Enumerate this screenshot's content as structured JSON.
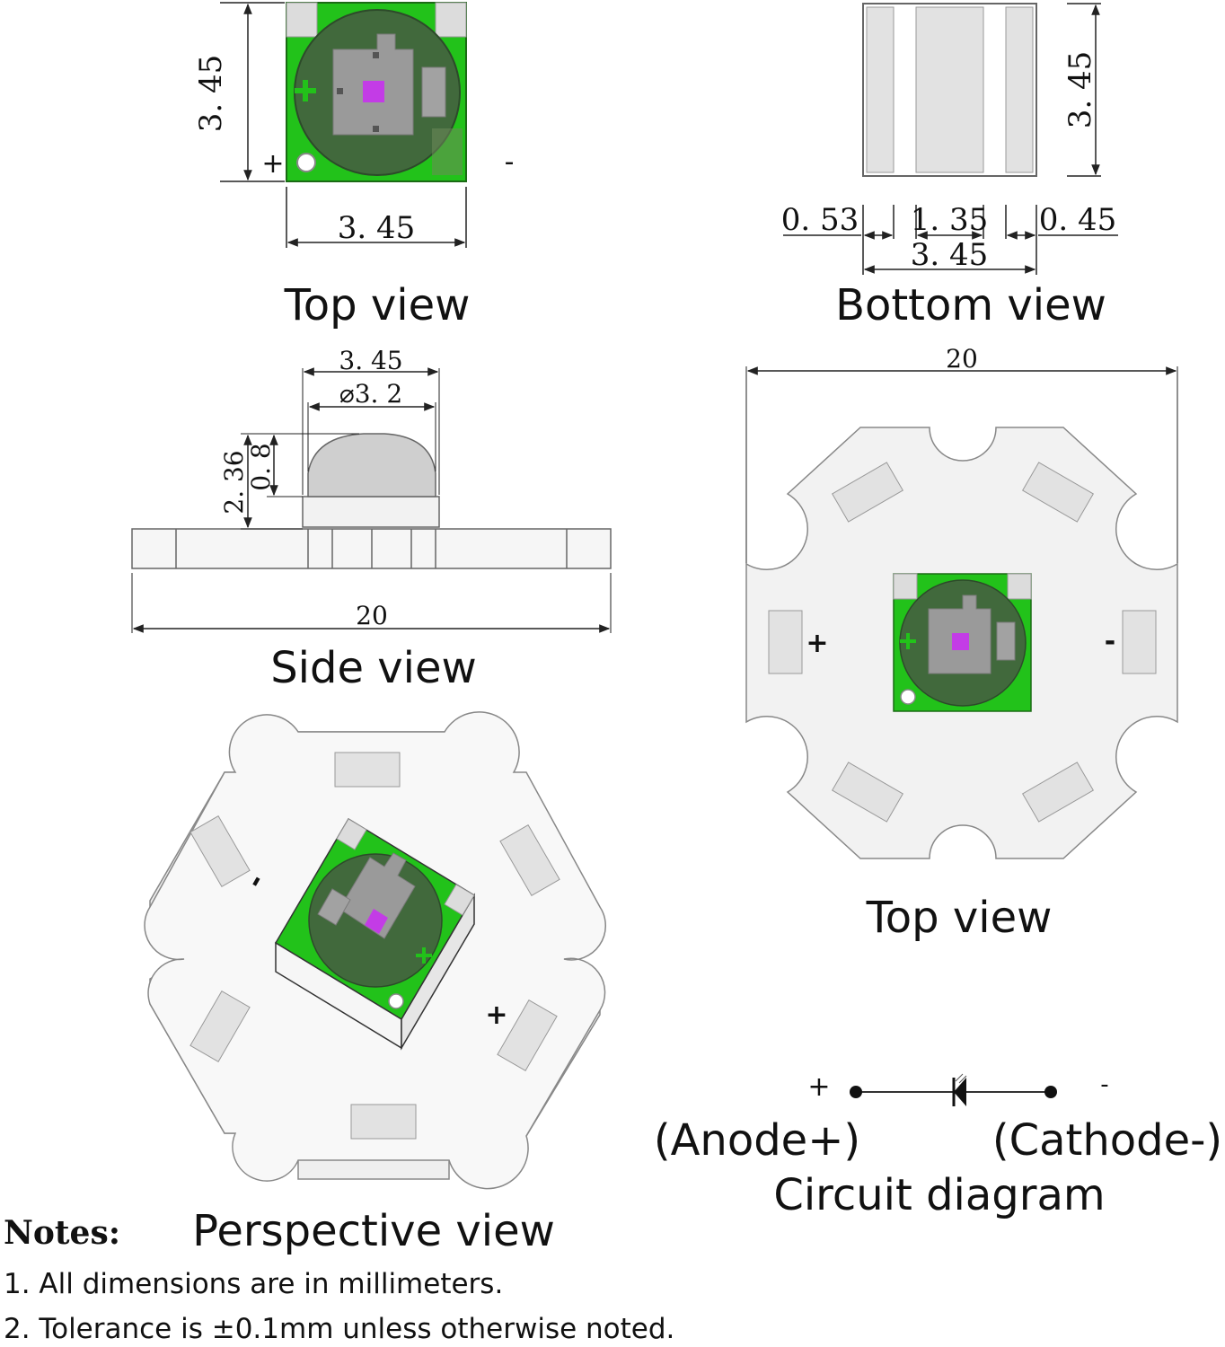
{
  "top_view_small": {
    "caption": "Top view",
    "dim_height": "3. 45",
    "dim_width": "3. 45",
    "plus": "+",
    "minus": "-"
  },
  "bottom_view": {
    "caption": "Bottom view",
    "dim_height": "3. 45",
    "dim_left": "0. 53",
    "dim_center": "1. 35",
    "dim_right": "0. 45",
    "dim_total": "3. 45"
  },
  "side_view": {
    "caption": "Side view",
    "dim_width": "3. 45",
    "dim_dome": "⌀3. 2",
    "dim_height_total": "2. 36",
    "dim_height_dome": "0. 8",
    "dim_board": "20"
  },
  "top_view_board": {
    "caption": "Top view",
    "dim_board": "20",
    "plus": "+",
    "minus": "-"
  },
  "perspective_view": {
    "caption": "Perspective view",
    "plus": "+",
    "minus": "-"
  },
  "circuit": {
    "plus": "+",
    "minus": "-",
    "anode": "(Anode+)",
    "cathode": "(Cathode-)",
    "caption": "Circuit diagram"
  },
  "notes": {
    "heading": "Notes:",
    "line1": "1. All dimensions are in millimeters.",
    "line2": "2. Tolerance is  ±0.1mm unless otherwise noted."
  },
  "colors": {
    "pcb_green": "#22c21a",
    "dome_dark": "#3f6b3a",
    "die_gray": "#9a9a9a",
    "emitter_purple": "#c33ce6",
    "board_white": "#f2f2f2",
    "pad_gray": "#e2e2e2"
  }
}
